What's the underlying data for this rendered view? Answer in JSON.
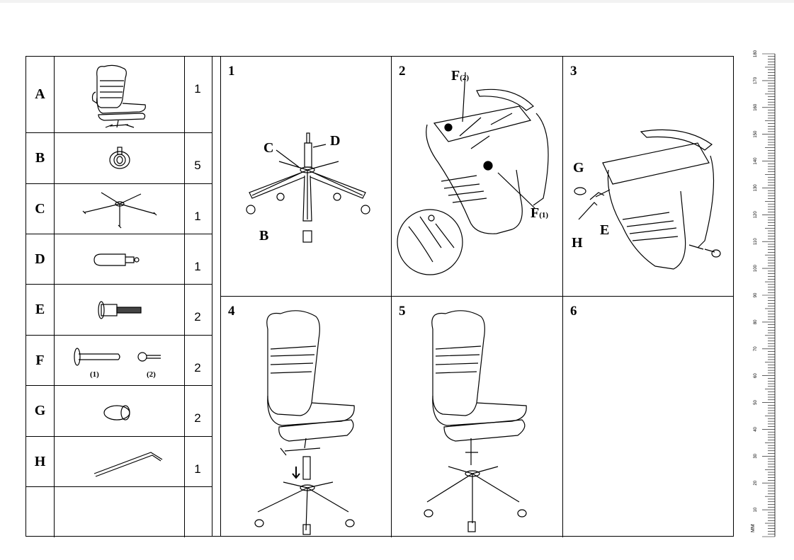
{
  "parts": [
    {
      "letter": "A",
      "qty": "1",
      "icon": "chair-icon"
    },
    {
      "letter": "B",
      "qty": "5",
      "icon": "caster-icon"
    },
    {
      "letter": "C",
      "qty": "1",
      "icon": "base-icon"
    },
    {
      "letter": "D",
      "qty": "1",
      "icon": "gas-cylinder-icon"
    },
    {
      "letter": "E",
      "qty": "2",
      "icon": "bolt-icon"
    },
    {
      "letter": "F",
      "qty": "2",
      "icon": "pin-icon",
      "sub": [
        "(1)",
        "(2)"
      ]
    },
    {
      "letter": "G",
      "qty": "2",
      "icon": "cap-icon"
    },
    {
      "letter": "H",
      "qty": "1",
      "icon": "hex-key-icon"
    },
    {
      "letter": "",
      "qty": ""
    }
  ],
  "steps": [
    {
      "num": "1",
      "labels": [
        "C",
        "D",
        "B"
      ]
    },
    {
      "num": "2",
      "labels": [
        "F",
        "(2)",
        "F",
        "(1)"
      ]
    },
    {
      "num": "3",
      "labels": [
        "G",
        "H",
        "E"
      ]
    },
    {
      "num": "4"
    },
    {
      "num": "5"
    },
    {
      "num": "6"
    }
  ],
  "ruler": {
    "unit": "MM",
    "labels": [
      "10",
      "20",
      "30",
      "40",
      "50",
      "60",
      "70",
      "80",
      "90",
      "100",
      "110",
      "120",
      "130",
      "140",
      "150",
      "160",
      "170",
      "180"
    ]
  }
}
